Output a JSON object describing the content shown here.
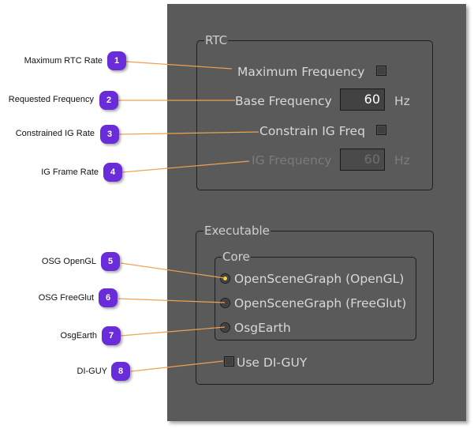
{
  "rtc": {
    "title": "RTC",
    "maximum_frequency_label": "Maximum Frequency",
    "maximum_frequency_checked": false,
    "base_frequency_label": "Base Frequency",
    "base_frequency_value": "60",
    "base_frequency_unit": "Hz",
    "constrain_ig_freq_label": "Constrain IG Freq",
    "constrain_ig_freq_checked": false,
    "ig_frequency_label": "IG Frequency",
    "ig_frequency_value": "60",
    "ig_frequency_unit": "Hz",
    "ig_frequency_enabled": false
  },
  "executable": {
    "title": "Executable",
    "core": {
      "title": "Core",
      "options": [
        {
          "label": "OpenSceneGraph (OpenGL)",
          "selected": true
        },
        {
          "label": "OpenSceneGraph (FreeGlut)",
          "selected": false
        },
        {
          "label": "OsgEarth",
          "selected": false
        }
      ]
    },
    "use_diguy_label": "Use DI-GUY",
    "use_diguy_checked": false
  },
  "callouts": [
    {
      "number": "1",
      "text": "Maximum RTC Rate"
    },
    {
      "number": "2",
      "text": "Requested Frequency"
    },
    {
      "number": "3",
      "text": "Constrained IG Rate"
    },
    {
      "number": "4",
      "text": "IG Frame Rate"
    },
    {
      "number": "5",
      "text": "OSG OpenGL"
    },
    {
      "number": "6",
      "text": "OSG FreeGlut"
    },
    {
      "number": "7",
      "text": "OsgEarth"
    },
    {
      "number": "8",
      "text": "DI-GUY"
    }
  ],
  "colors": {
    "badge": "#6a2bd9",
    "callout_line": "#f0a050",
    "panel_bg": "#5a5a5a",
    "radio_selected": "#f5d33a"
  }
}
